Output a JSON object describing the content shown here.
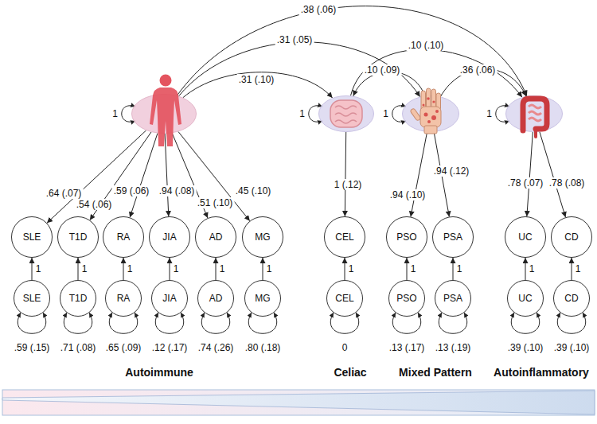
{
  "diagram": {
    "nodes": [
      {
        "text": [
          "1"
        ]
      },
      {
        "text": [
          "1"
        ]
      },
      {
        "text": [
          "1"
        ]
      },
      {
        "text": [
          "1"
        ]
      },
      {
        "text": [
          "SLE"
        ]
      },
      {
        "text": [
          "T1D"
        ]
      },
      {
        "text": [
          "RA"
        ]
      },
      {
        "text": [
          "JIA"
        ]
      },
      {
        "text": [
          "AD"
        ]
      },
      {
        "text": [
          "MG"
        ]
      },
      {
        "text": [
          "CEL"
        ]
      },
      {
        "text": [
          "PSO"
        ]
      },
      {
        "text": [
          "PSA"
        ]
      },
      {
        "text": [
          "UC"
        ]
      },
      {
        "text": [
          "CD"
        ]
      },
      {
        "text": [
          "SLE",
          ".59 (.15)"
        ]
      },
      {
        "text": [
          "T1D",
          ".71 (.08)"
        ]
      },
      {
        "text": [
          "RA",
          ".65 (.09)"
        ]
      },
      {
        "text": [
          "JIA",
          ".12 (.17)"
        ]
      },
      {
        "text": [
          "AD",
          ".74 (.26)"
        ]
      },
      {
        "text": [
          "MG",
          ".80 (.18)"
        ]
      },
      {
        "text": [
          "CEL",
          "0"
        ]
      },
      {
        "text": [
          "PSO",
          ".13 (.17)"
        ]
      },
      {
        "text": [
          "PSA",
          ".13 (.19)"
        ]
      },
      {
        "text": [
          "UC",
          ".39 (.10)"
        ]
      },
      {
        "text": [
          "CD",
          ".39 (.10)"
        ]
      }
    ],
    "edges": [
      {
        "from": 0,
        "to": 1,
        "label": ".31 (.10)",
        "arrow": "to"
      },
      {
        "from": 0,
        "to": 2,
        "label": ".31 (.05)",
        "arrow": "to"
      },
      {
        "from": 0,
        "to": 3,
        "label": ".38 (.06)",
        "arrow": "to"
      },
      {
        "from": 2,
        "to": 1,
        "label": ".10 (.09)",
        "arrow": "to"
      },
      {
        "from": 1,
        "to": 3,
        "label": ".10 (.10)",
        "arrow": "to"
      },
      {
        "from": 2,
        "to": 3,
        "label": ".36 (.06)",
        "arrow": "to"
      },
      {
        "from": 0,
        "to": 4,
        "label": ".64 (.07)",
        "arrow": "to"
      },
      {
        "from": 0,
        "to": 5,
        "label": ".54 (.06)",
        "arrow": "to"
      },
      {
        "from": 0,
        "to": 6,
        "label": ".59 (.06)",
        "arrow": "to"
      },
      {
        "from": 0,
        "to": 7,
        "label": ".94 (.08)",
        "arrow": "to"
      },
      {
        "from": 0,
        "to": 8,
        "label": ".51 (.10)",
        "arrow": "to"
      },
      {
        "from": 0,
        "to": 9,
        "label": ".45 (.10)",
        "arrow": "to"
      },
      {
        "from": 1,
        "to": 10,
        "label": "1 (.12)",
        "arrow": "to"
      },
      {
        "from": 2,
        "to": 11,
        "label": ".94 (.10)",
        "arrow": "to"
      },
      {
        "from": 2,
        "to": 12,
        "label": ".94 (.12)",
        "arrow": "to"
      },
      {
        "from": 3,
        "to": 13,
        "label": ".78 (.07)",
        "arrow": "to"
      },
      {
        "from": 3,
        "to": 14,
        "label": ".78 (.08)",
        "arrow": "to"
      },
      {
        "from": 15,
        "to": 4,
        "label": "1",
        "arrow": "to"
      },
      {
        "from": 16,
        "to": 5,
        "label": "1",
        "arrow": "to"
      },
      {
        "from": 17,
        "to": 6,
        "label": "1",
        "arrow": "to"
      },
      {
        "from": 18,
        "to": 7,
        "label": "1",
        "arrow": "to"
      },
      {
        "from": 19,
        "to": 8,
        "label": "1",
        "arrow": "to"
      },
      {
        "from": 20,
        "to": 9,
        "label": "1",
        "arrow": "to"
      },
      {
        "from": 21,
        "to": 10,
        "label": "1",
        "arrow": "to"
      },
      {
        "from": 22,
        "to": 11,
        "label": "1",
        "arrow": "to"
      },
      {
        "from": 23,
        "to": 12,
        "label": "1",
        "arrow": "to"
      },
      {
        "from": 24,
        "to": 13,
        "label": "1",
        "arrow": "to"
      },
      {
        "from": 25,
        "to": 14,
        "label": "1",
        "arrow": "to"
      }
    ],
    "labels": [
      "Autoimmune",
      "Celiac",
      "Mixed Pattern",
      "Autoinflammatory"
    ]
  }
}
